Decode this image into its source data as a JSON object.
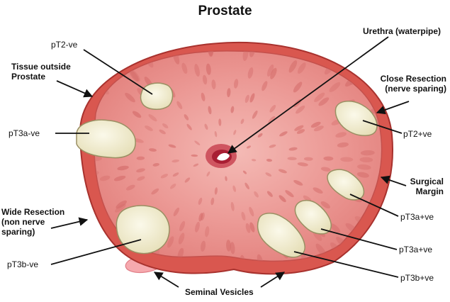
{
  "title": "Prostate",
  "labels": {
    "urethra": "Urethra (waterpipe)",
    "pt2_neg": "pT2-ve",
    "tissue_outside": "Tissue outside\nProstate",
    "close_resection": "Close Resection\n(nerve sparing)",
    "pt3a_neg": "pT3a-ve",
    "pt2_pos": "pT2+ve",
    "surgical_margin": "Surgical\nMargin",
    "wide_resection": "Wide Resection\n(non nerve\nsparing)",
    "pt3a_pos_1": "pT3a+ve",
    "pt3a_pos_2": "pT3a+ve",
    "pt3b_neg": "pT3b-ve",
    "pt3b_pos": "pT3b+ve",
    "seminal_vesicles": "Seminal Vesicles"
  },
  "colors": {
    "capsule": "#d9574f",
    "capsule_edge": "#b23a35",
    "gland": "#e98f8c",
    "gland_light": "#f3b3ae",
    "lobule": "#d46c6a",
    "tumour_fill": "#f2eed2",
    "tumour_edge": "#9a8f63",
    "vesicle": "#f6a9ae",
    "urethra": "#b8283a",
    "arrow": "#111111"
  }
}
